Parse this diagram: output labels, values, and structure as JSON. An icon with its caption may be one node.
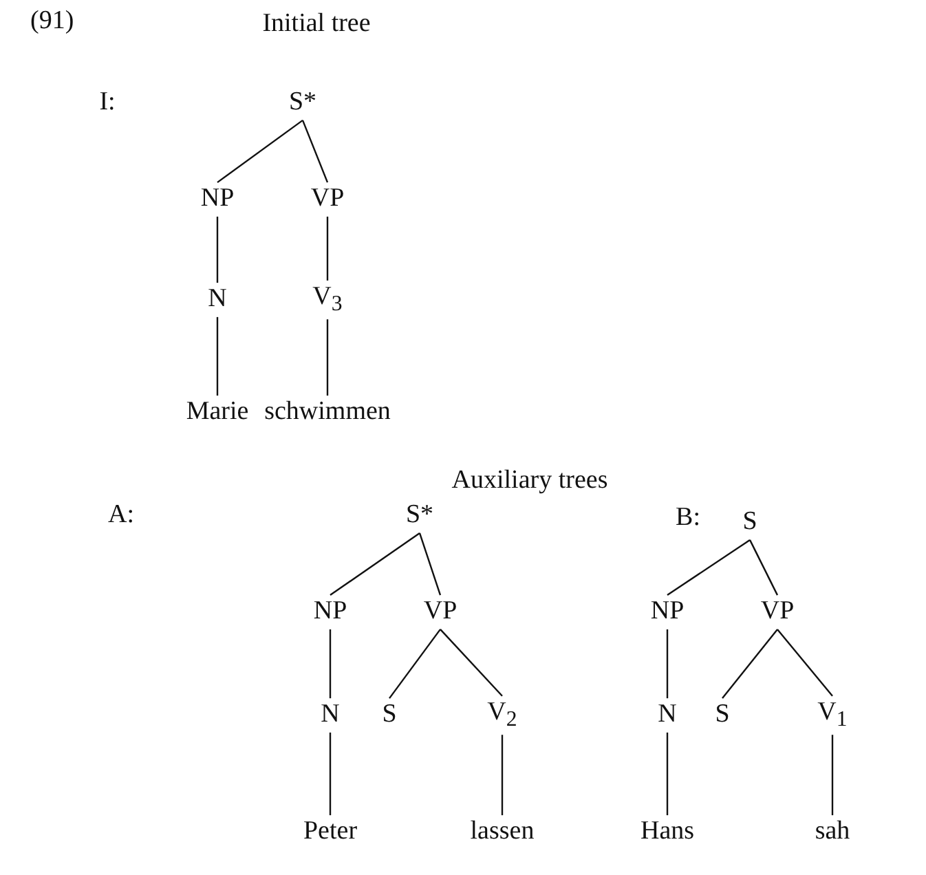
{
  "diagram": {
    "nodes": [
      {
        "text": [
          "S*"
        ]
      },
      {
        "text": [
          "NP"
        ]
      },
      {
        "text": [
          "VP"
        ]
      },
      {
        "text": [
          "N"
        ]
      },
      {
        "text": [
          "V$_{3}$"
        ]
      },
      {
        "text": [
          "Marie"
        ]
      },
      {
        "text": [
          "schwimmen"
        ]
      },
      {
        "text": [
          "S*"
        ]
      },
      {
        "text": [
          "NP"
        ]
      },
      {
        "text": [
          "VP"
        ]
      },
      {
        "text": [
          "N"
        ]
      },
      {
        "text": [
          "S"
        ]
      },
      {
        "text": [
          "V$_{2}$"
        ]
      },
      {
        "text": [
          "Peter"
        ]
      },
      {
        "text": [
          "lassen"
        ]
      },
      {
        "text": [
          "S"
        ]
      },
      {
        "text": [
          "NP"
        ]
      },
      {
        "text": [
          "VP"
        ]
      },
      {
        "text": [
          "N"
        ]
      },
      {
        "text": [
          "S"
        ]
      },
      {
        "text": [
          "V$_{1}$"
        ]
      },
      {
        "text": [
          "Hans"
        ]
      },
      {
        "text": [
          "sah"
        ]
      }
    ],
    "edges": [
      {
        "from": 0,
        "to": 1,
        "arrow": "none"
      },
      {
        "from": 0,
        "to": 2,
        "arrow": "none"
      },
      {
        "from": 1,
        "to": 3,
        "arrow": "none"
      },
      {
        "from": 2,
        "to": 4,
        "arrow": "none"
      },
      {
        "from": 3,
        "to": 5,
        "arrow": "none"
      },
      {
        "from": 4,
        "to": 6,
        "arrow": "none"
      },
      {
        "from": 7,
        "to": 8,
        "arrow": "none"
      },
      {
        "from": 7,
        "to": 9,
        "arrow": "none"
      },
      {
        "from": 8,
        "to": 10,
        "arrow": "none"
      },
      {
        "from": 9,
        "to": 11,
        "arrow": "none"
      },
      {
        "from": 9,
        "to": 12,
        "arrow": "none"
      },
      {
        "from": 10,
        "to": 13,
        "arrow": "none"
      },
      {
        "from": 12,
        "to": 14,
        "arrow": "none"
      },
      {
        "from": 15,
        "to": 16,
        "arrow": "none"
      },
      {
        "from": 15,
        "to": 17,
        "arrow": "none"
      },
      {
        "from": 16,
        "to": 18,
        "arrow": "none"
      },
      {
        "from": 17,
        "to": 19,
        "arrow": "none"
      },
      {
        "from": 17,
        "to": 20,
        "arrow": "none"
      },
      {
        "from": 18,
        "to": 21,
        "arrow": "none"
      },
      {
        "from": 20,
        "to": 22,
        "arrow": "none"
      }
    ],
    "labels": [
      "(91)",
      "Initial tree",
      "I:",
      "Auxiliary trees",
      "A:",
      "B:"
    ]
  }
}
